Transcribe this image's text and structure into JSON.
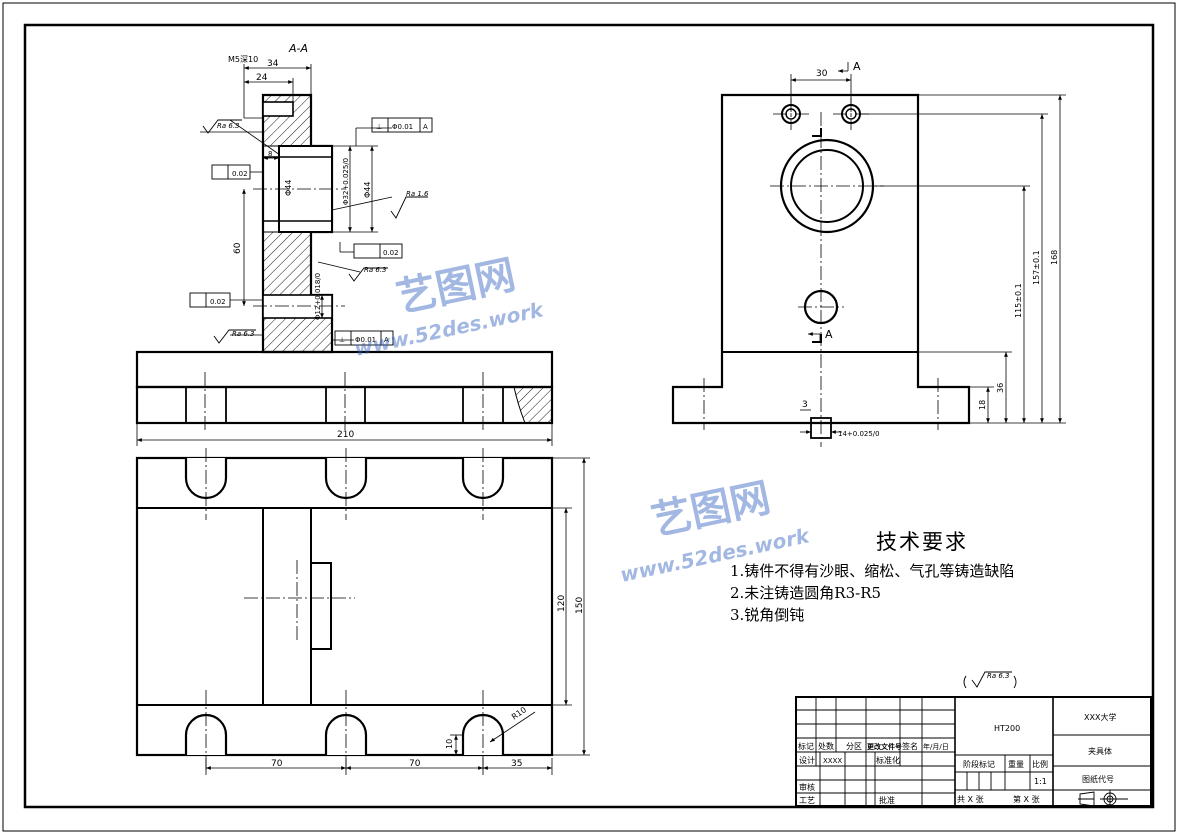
{
  "section_label": "A-A",
  "dims": {
    "m_thread": "M5深10",
    "d34": "34",
    "d24": "24",
    "d8": "8",
    "d44a": "Φ44",
    "d44b": "Φ44",
    "d32": "Φ32+0.025/0",
    "d60": "60",
    "d12": "Φ12+0.018/0",
    "d210": "210",
    "d30": "30",
    "d36": "36",
    "d18": "18",
    "d3": "3",
    "d168": "168",
    "d157": "157±0.1",
    "d115": "115±0.1",
    "d14": "14+0.025/0",
    "d120": "120",
    "d150": "150",
    "d70a": "70",
    "d70b": "70",
    "d35": "35",
    "d10": "10",
    "dR10": "R10"
  },
  "roughness": {
    "ra63_top": "Ra 6.3",
    "ra16": "Ra 1.6",
    "ra63_mid": "Ra 6.3",
    "ra63_low": "Ra 6.3",
    "general": "Ra 6.3"
  },
  "tolerances": {
    "perp1_sym": "⊥",
    "perp1_val": "Φ0.01",
    "perp1_ref": "A",
    "cyl1_val": "0.02",
    "flat_val": "0.02",
    "cyl2_val": "0.02",
    "perp2_sym": "⊥",
    "perp2_val": "Φ0.01",
    "perp2_ref": "A"
  },
  "section_marks": {
    "top": "A",
    "bottom": "A"
  },
  "watermark": {
    "brand": "艺图网",
    "url": "www.52des.work"
  },
  "tech_requirements": {
    "title": "技术要求",
    "items": [
      "1.铸件不得有沙眼、缩松、气孔等铸造缺陷",
      "2.未注铸造圆角R3-R5",
      "3.锐角倒钝"
    ]
  },
  "title_block": {
    "material": "HT200",
    "school": "XXX大学",
    "part_name": "夹具体",
    "drawing_no_label": "图纸代号",
    "marks_label": "标记",
    "count_label": "处数",
    "partition_label": "分区",
    "change_doc_label": "更改文件号",
    "signature_label": "签名",
    "date_label": "年/月/日",
    "design_label": "设计",
    "designer": "XXXX",
    "standard_label": "标准化",
    "stage_label": "阶段标记",
    "weight_label": "重量",
    "scale_label": "比例",
    "scale_value": "1:1",
    "review_label": "审核",
    "process_label": "工艺",
    "approve_label": "批准",
    "sheets_total": "共 X 张",
    "sheet_no": "第 X 张"
  }
}
